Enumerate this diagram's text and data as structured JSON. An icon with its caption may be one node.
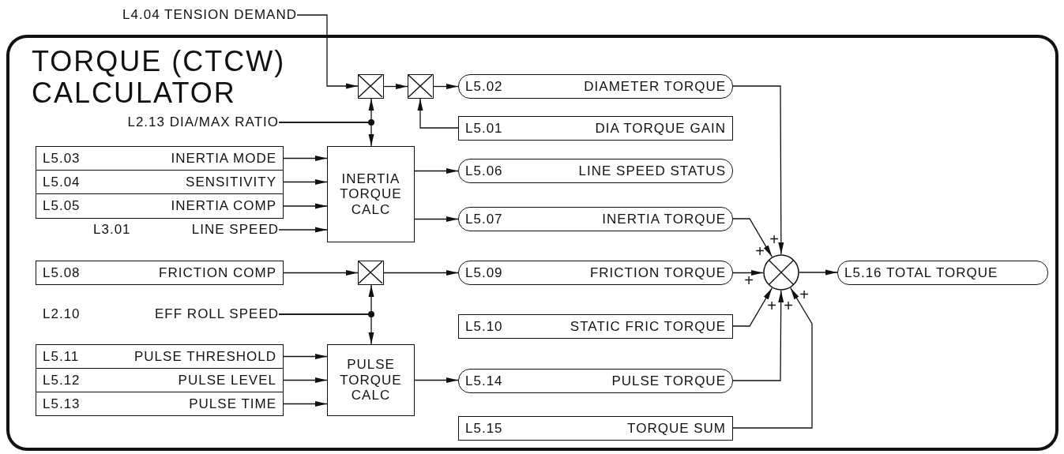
{
  "diagram": {
    "nodes": [
      {
        "text": [
          "TORQUE (CTCW) CALCULATOR"
        ]
      },
      {
        "text": [
          "L4.04 TENSION DEMAND"
        ]
      },
      {
        "text": [],
        "shape": "box",
        "in": 0
      },
      {
        "text": [],
        "shape": "box",
        "in": 0
      },
      {
        "text": [
          "L5.02",
          "DIAMETER TORQUE"
        ],
        "in": 0
      },
      {
        "text": [
          "L5.01",
          "DIA TORQUE GAIN"
        ],
        "in": 0
      },
      {
        "text": [
          "L2.13 DIA/MAX RATIO"
        ],
        "in": 0
      },
      {
        "text": [
          "L5.03",
          "INERTIA MODE"
        ],
        "in": 0
      },
      {
        "text": [
          "L5.04",
          "SENSITIVITY"
        ],
        "in": 0
      },
      {
        "text": [
          "L5.05",
          "INERTIA COMP"
        ],
        "in": 0
      },
      {
        "text": [
          "L3.01",
          "LINE SPEED"
        ],
        "in": 0
      },
      {
        "text": [
          "INERTIA TORQUE CALC"
        ],
        "in": 0
      },
      {
        "text": [
          "L5.06",
          "LINE SPEED STATUS"
        ],
        "in": 0
      },
      {
        "text": [
          "L5.07",
          "INERTIA TORQUE"
        ],
        "in": 0
      },
      {
        "text": [
          "L5.08",
          "FRICTION COMP"
        ],
        "in": 0
      },
      {
        "text": [],
        "shape": "box",
        "in": 0
      },
      {
        "text": [
          "L5.09",
          "FRICTION TORQUE"
        ],
        "in": 0
      },
      {
        "text": [
          "L2.10",
          "EFF ROLL SPEED"
        ],
        "in": 0
      },
      {
        "text": [
          "L5.10",
          "STATIC FRIC TORQUE"
        ],
        "in": 0
      },
      {
        "text": [
          "L5.11",
          "PULSE THRESHOLD"
        ],
        "in": 0
      },
      {
        "text": [
          "L5.12",
          "PULSE LEVEL"
        ],
        "in": 0
      },
      {
        "text": [
          "L5.13",
          "PULSE TIME"
        ],
        "in": 0
      },
      {
        "text": [
          "PULSE TORQUE CALC"
        ],
        "in": 0
      },
      {
        "text": [
          "L5.14",
          "PULSE TORQUE"
        ],
        "in": 0
      },
      {
        "text": [
          "L5.15",
          "TORQUE SUM"
        ],
        "in": 0
      },
      {
        "text": [],
        "shape": "circle",
        "in": 0
      },
      {
        "text": [
          "L5.16 TOTAL TORQUE"
        ],
        "in": 0
      }
    ],
    "edges": [
      {
        "from": 1,
        "to": 2,
        "arrow": "to"
      },
      {
        "from": 2,
        "to": 3,
        "arrow": "to"
      },
      {
        "from": 3,
        "to": 4,
        "arrow": "to"
      },
      {
        "from": 5,
        "to": 3,
        "arrow": "to"
      },
      {
        "from": 6,
        "to": 2,
        "arrow": "to"
      },
      {
        "from": 6,
        "to": 11,
        "arrow": "to"
      },
      {
        "from": 7,
        "to": 11,
        "arrow": "to"
      },
      {
        "from": 8,
        "to": 11,
        "arrow": "to"
      },
      {
        "from": 9,
        "to": 11,
        "arrow": "to"
      },
      {
        "from": 10,
        "to": 11,
        "arrow": "to"
      },
      {
        "from": 11,
        "to": 12,
        "arrow": "to"
      },
      {
        "from": 11,
        "to": 13,
        "arrow": "to"
      },
      {
        "from": 14,
        "to": 15,
        "arrow": "to"
      },
      {
        "from": 15,
        "to": 16,
        "arrow": "to"
      },
      {
        "from": 17,
        "to": 15,
        "arrow": "to"
      },
      {
        "from": 17,
        "to": 22,
        "arrow": "to"
      },
      {
        "from": 19,
        "to": 22,
        "arrow": "to"
      },
      {
        "from": 20,
        "to": 22,
        "arrow": "to"
      },
      {
        "from": 21,
        "to": 22,
        "arrow": "to"
      },
      {
        "from": 22,
        "to": 23,
        "arrow": "to"
      },
      {
        "from": 4,
        "to": 25,
        "arrow": "to"
      },
      {
        "from": 13,
        "to": 25,
        "arrow": "to"
      },
      {
        "from": 16,
        "to": 25,
        "arrow": "to"
      },
      {
        "from": 18,
        "to": 25,
        "arrow": "to"
      },
      {
        "from": 23,
        "to": 25,
        "arrow": "to"
      },
      {
        "from": 24,
        "to": 25,
        "arrow": "to"
      },
      {
        "from": 25,
        "to": 26,
        "arrow": "to"
      }
    ],
    "labels": [
      "+",
      "+",
      "+",
      "+",
      "+",
      "+"
    ]
  }
}
